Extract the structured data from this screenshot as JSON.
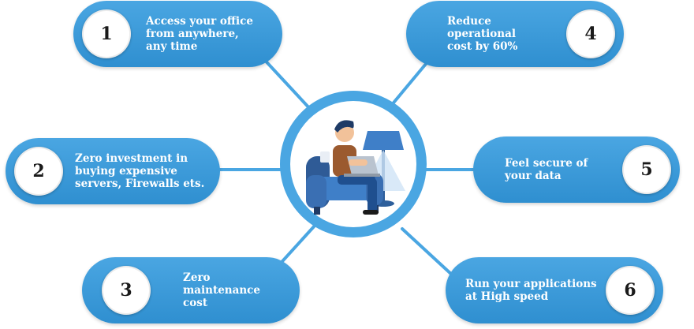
{
  "colors": {
    "pill": "#4aa6e2",
    "pill_dark": "#2f8fd0",
    "connector": "#4aa6e2",
    "text": "#ffffff"
  },
  "items": [
    {
      "number": "1",
      "text": "Access your office\nfrom anywhere,\nany time"
    },
    {
      "number": "2",
      "text": "Zero investment in\nbuying expensive\nservers, Firewalls ets."
    },
    {
      "number": "3",
      "text": "Zero\nmaintenance\ncost"
    },
    {
      "number": "4",
      "text": "Reduce\noperational\ncost by 60%"
    },
    {
      "number": "5",
      "text": "Feel secure of\nyour data"
    },
    {
      "number": "6",
      "text": "Run your applications\nat High speed"
    }
  ],
  "center": {
    "illustration": "person-working-on-laptop-in-armchair"
  }
}
